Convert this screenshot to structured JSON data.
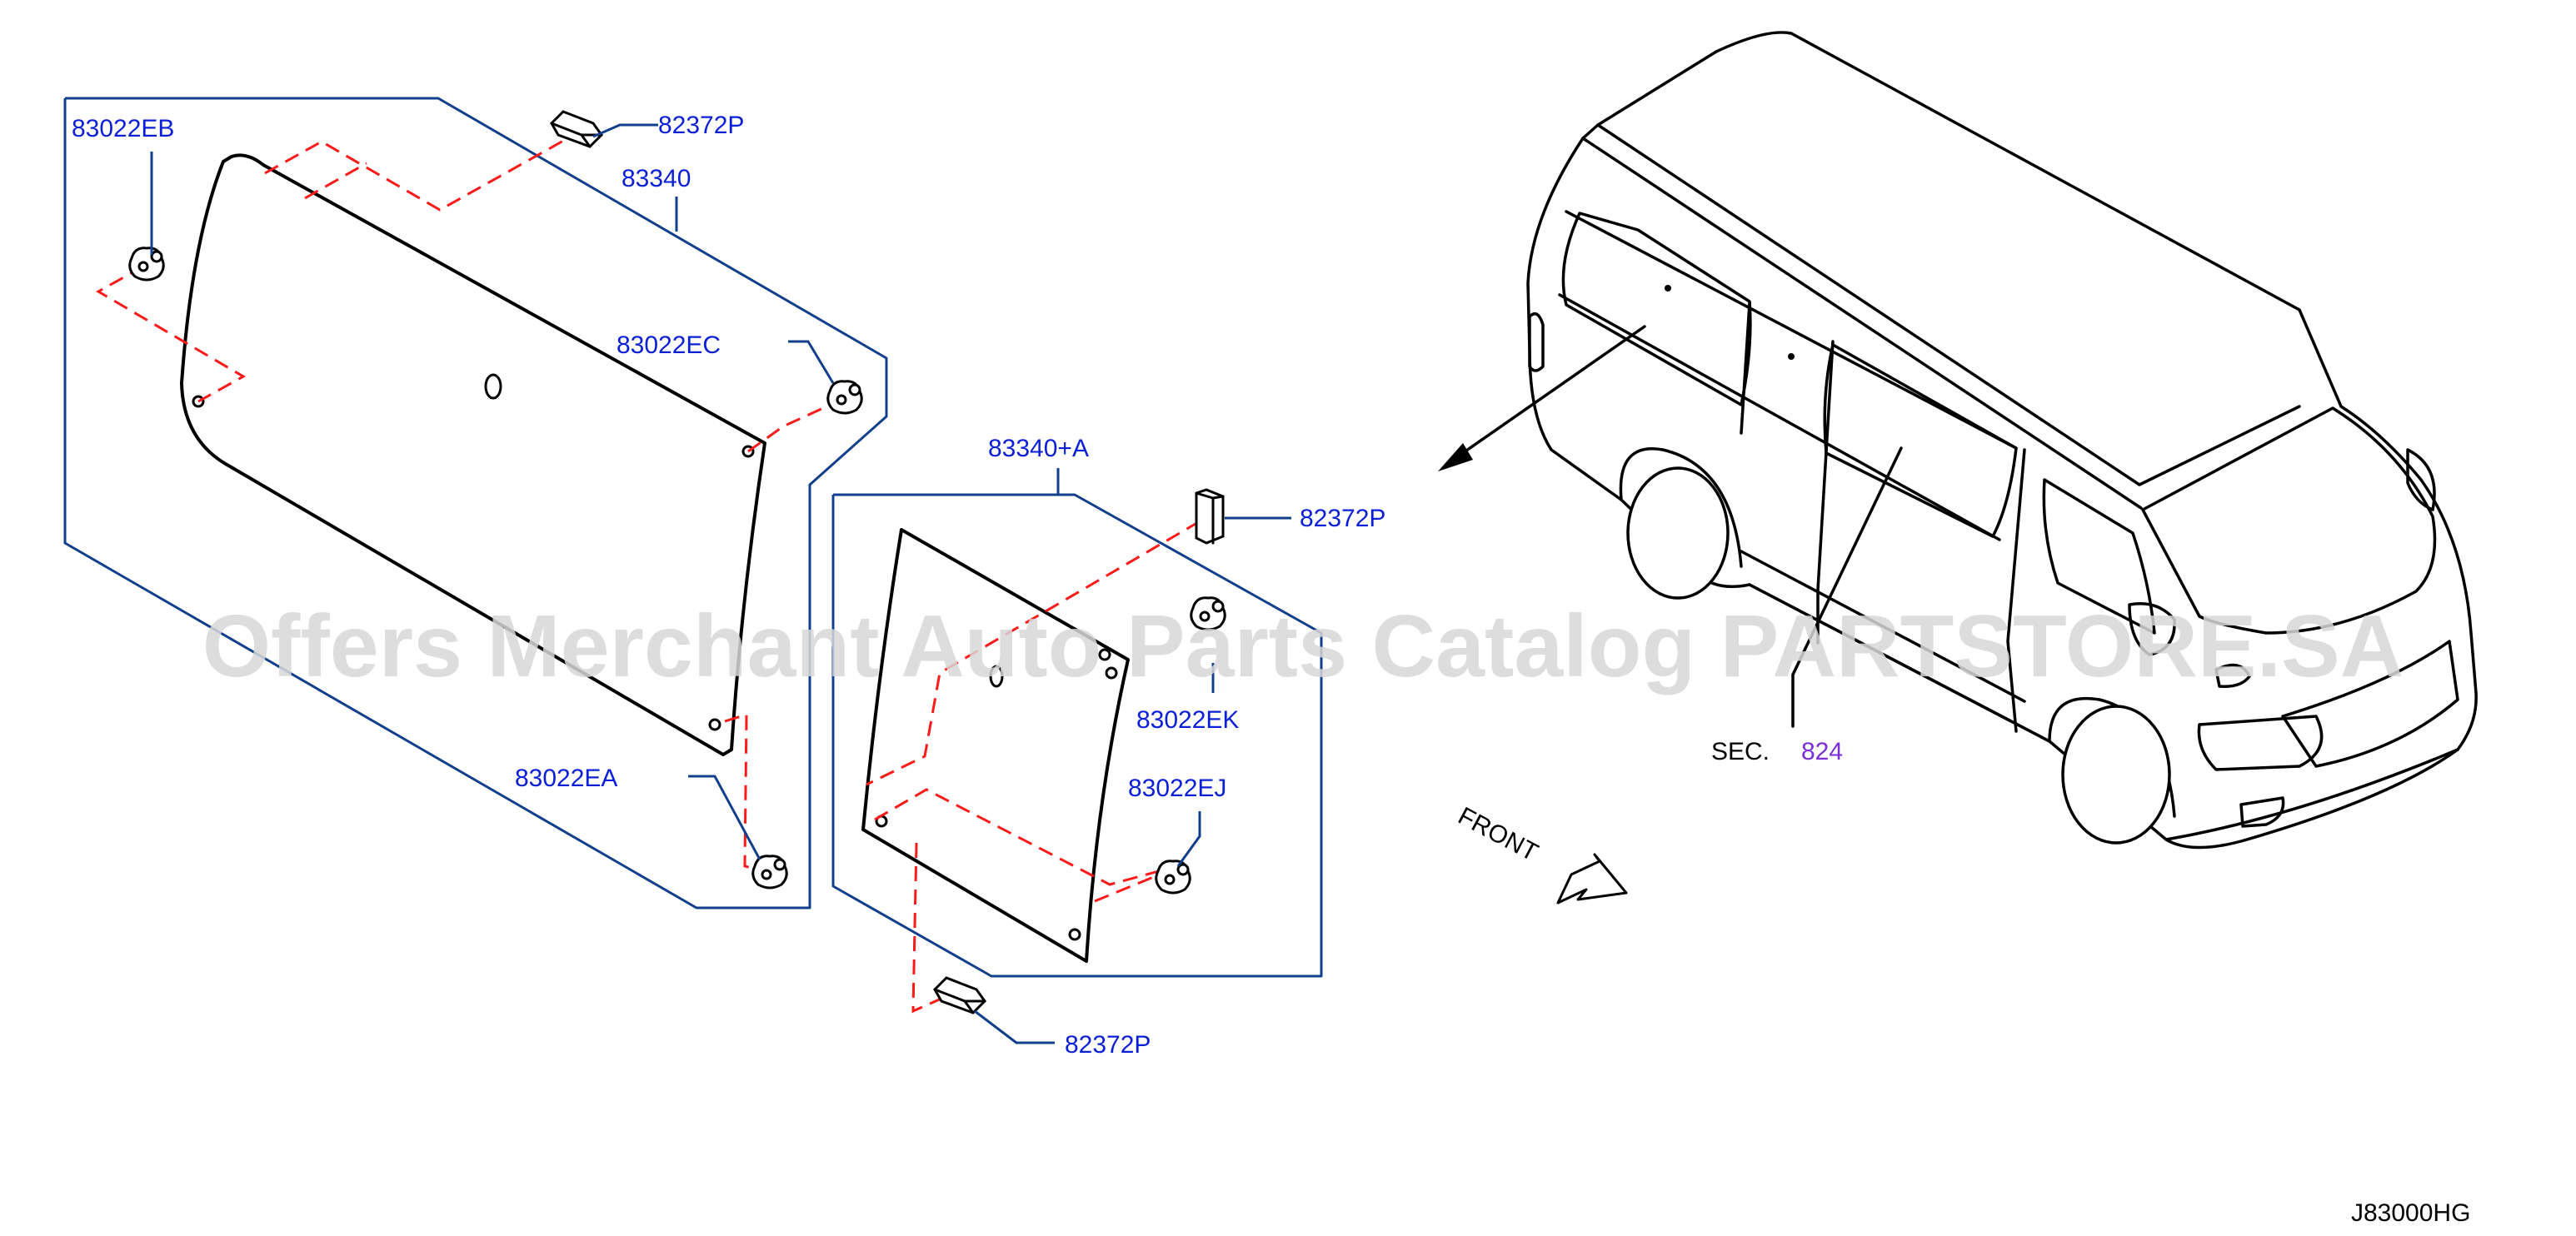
{
  "diagram": {
    "frame_top": {
      "part_number": "83340"
    },
    "frame_bottom": {
      "part_number": "83340+A"
    },
    "labels": {
      "clip_eb": "83022EB",
      "clip_ec": "83022EC",
      "clip_ea": "83022EA",
      "clip_ek": "83022EK",
      "clip_ej": "83022EJ",
      "spacer_top": "82372P",
      "spacer_mid": "82372P",
      "spacer_bottom": "82372P"
    },
    "section_ref": {
      "prefix": "SEC.",
      "number": "824"
    },
    "front_label": "FRONT",
    "drawing_code": "J83000HG",
    "watermark": "Offers Merchant Auto Parts Catalog PARTSTORE.SA",
    "colors": {
      "callout_text": "#0a1fd6",
      "section_link": "#7a2fd6",
      "frame_line": "#123f8c",
      "dashed_line": "#ff1a1a",
      "watermark": "#d8d8d8"
    }
  }
}
